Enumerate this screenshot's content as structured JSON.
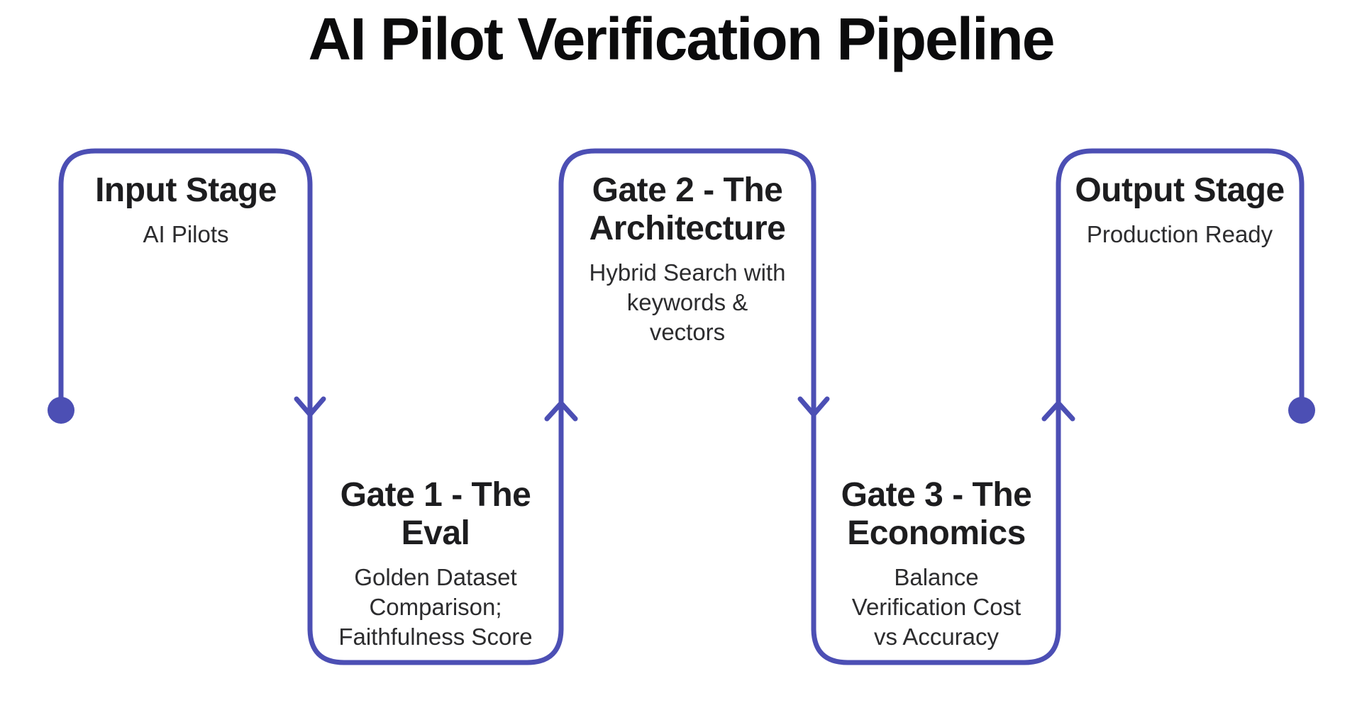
{
  "title": "AI Pilot Verification Pipeline",
  "colors": {
    "accent": "#4C4FB4",
    "title_text": "#0b0b0c",
    "stage_title_text": "#1d1d1f",
    "stage_desc_text": "#2c2c2e",
    "background": "#ffffff"
  },
  "stages": {
    "input": {
      "title": "Input Stage",
      "description": "AI Pilots"
    },
    "gate1": {
      "title": "Gate 1 - The\nEval",
      "description": "Golden Dataset\nComparison;\nFaithfulness Score"
    },
    "gate2": {
      "title": "Gate 2 - The\nArchitecture",
      "description": "Hybrid Search with\nkeywords &\nvectors"
    },
    "gate3": {
      "title": "Gate 3 - The\nEconomics",
      "description": "Balance\nVerification Cost\nvs Accuracy"
    },
    "output": {
      "title": "Output Stage",
      "description": "Production Ready"
    }
  },
  "icons": {
    "start_dot": "filled-circle",
    "end_dot": "filled-circle",
    "arrow_down": "chevron-down",
    "arrow_up": "chevron-up"
  }
}
